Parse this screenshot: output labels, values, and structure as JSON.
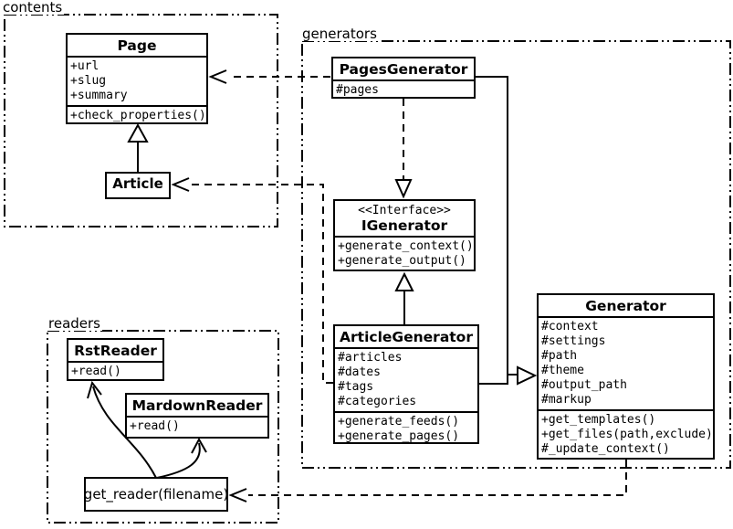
{
  "diagram": {
    "packages": {
      "contents": {
        "label": "contents"
      },
      "generators": {
        "label": "generators"
      },
      "readers": {
        "label": "readers"
      }
    },
    "classes": {
      "page": {
        "title": "Page",
        "attributes": [
          "+url",
          "+slug",
          "+summary"
        ],
        "methods": [
          "+check_properties()"
        ]
      },
      "article": {
        "title": "Article"
      },
      "pages_generator": {
        "title": "PagesGenerator",
        "attributes": [
          "#pages"
        ]
      },
      "igenerator": {
        "stereotype": "<<Interface>>",
        "title": "IGenerator",
        "methods": [
          "+generate_context()",
          "+generate_output()"
        ]
      },
      "article_generator": {
        "title": "ArticleGenerator",
        "attributes": [
          "#articles",
          "#dates",
          "#tags",
          "#categories"
        ],
        "methods": [
          "+generate_feeds()",
          "+generate_pages()"
        ]
      },
      "generator": {
        "title": "Generator",
        "attributes": [
          "#context",
          "#settings",
          "#path",
          "#theme",
          "#output_path",
          "#markup"
        ],
        "methods": [
          "+get_templates()",
          "+get_files(path,exclude)",
          "#_update_context()"
        ]
      },
      "rst_reader": {
        "title": "RstReader",
        "methods": [
          "+read()"
        ]
      },
      "mardown_reader": {
        "title": "MardownReader",
        "methods": [
          "+read()"
        ]
      },
      "get_reader": {
        "label": "get_reader(filename)"
      }
    },
    "colors": {
      "line": "#000000",
      "background": "#ffffff"
    }
  }
}
